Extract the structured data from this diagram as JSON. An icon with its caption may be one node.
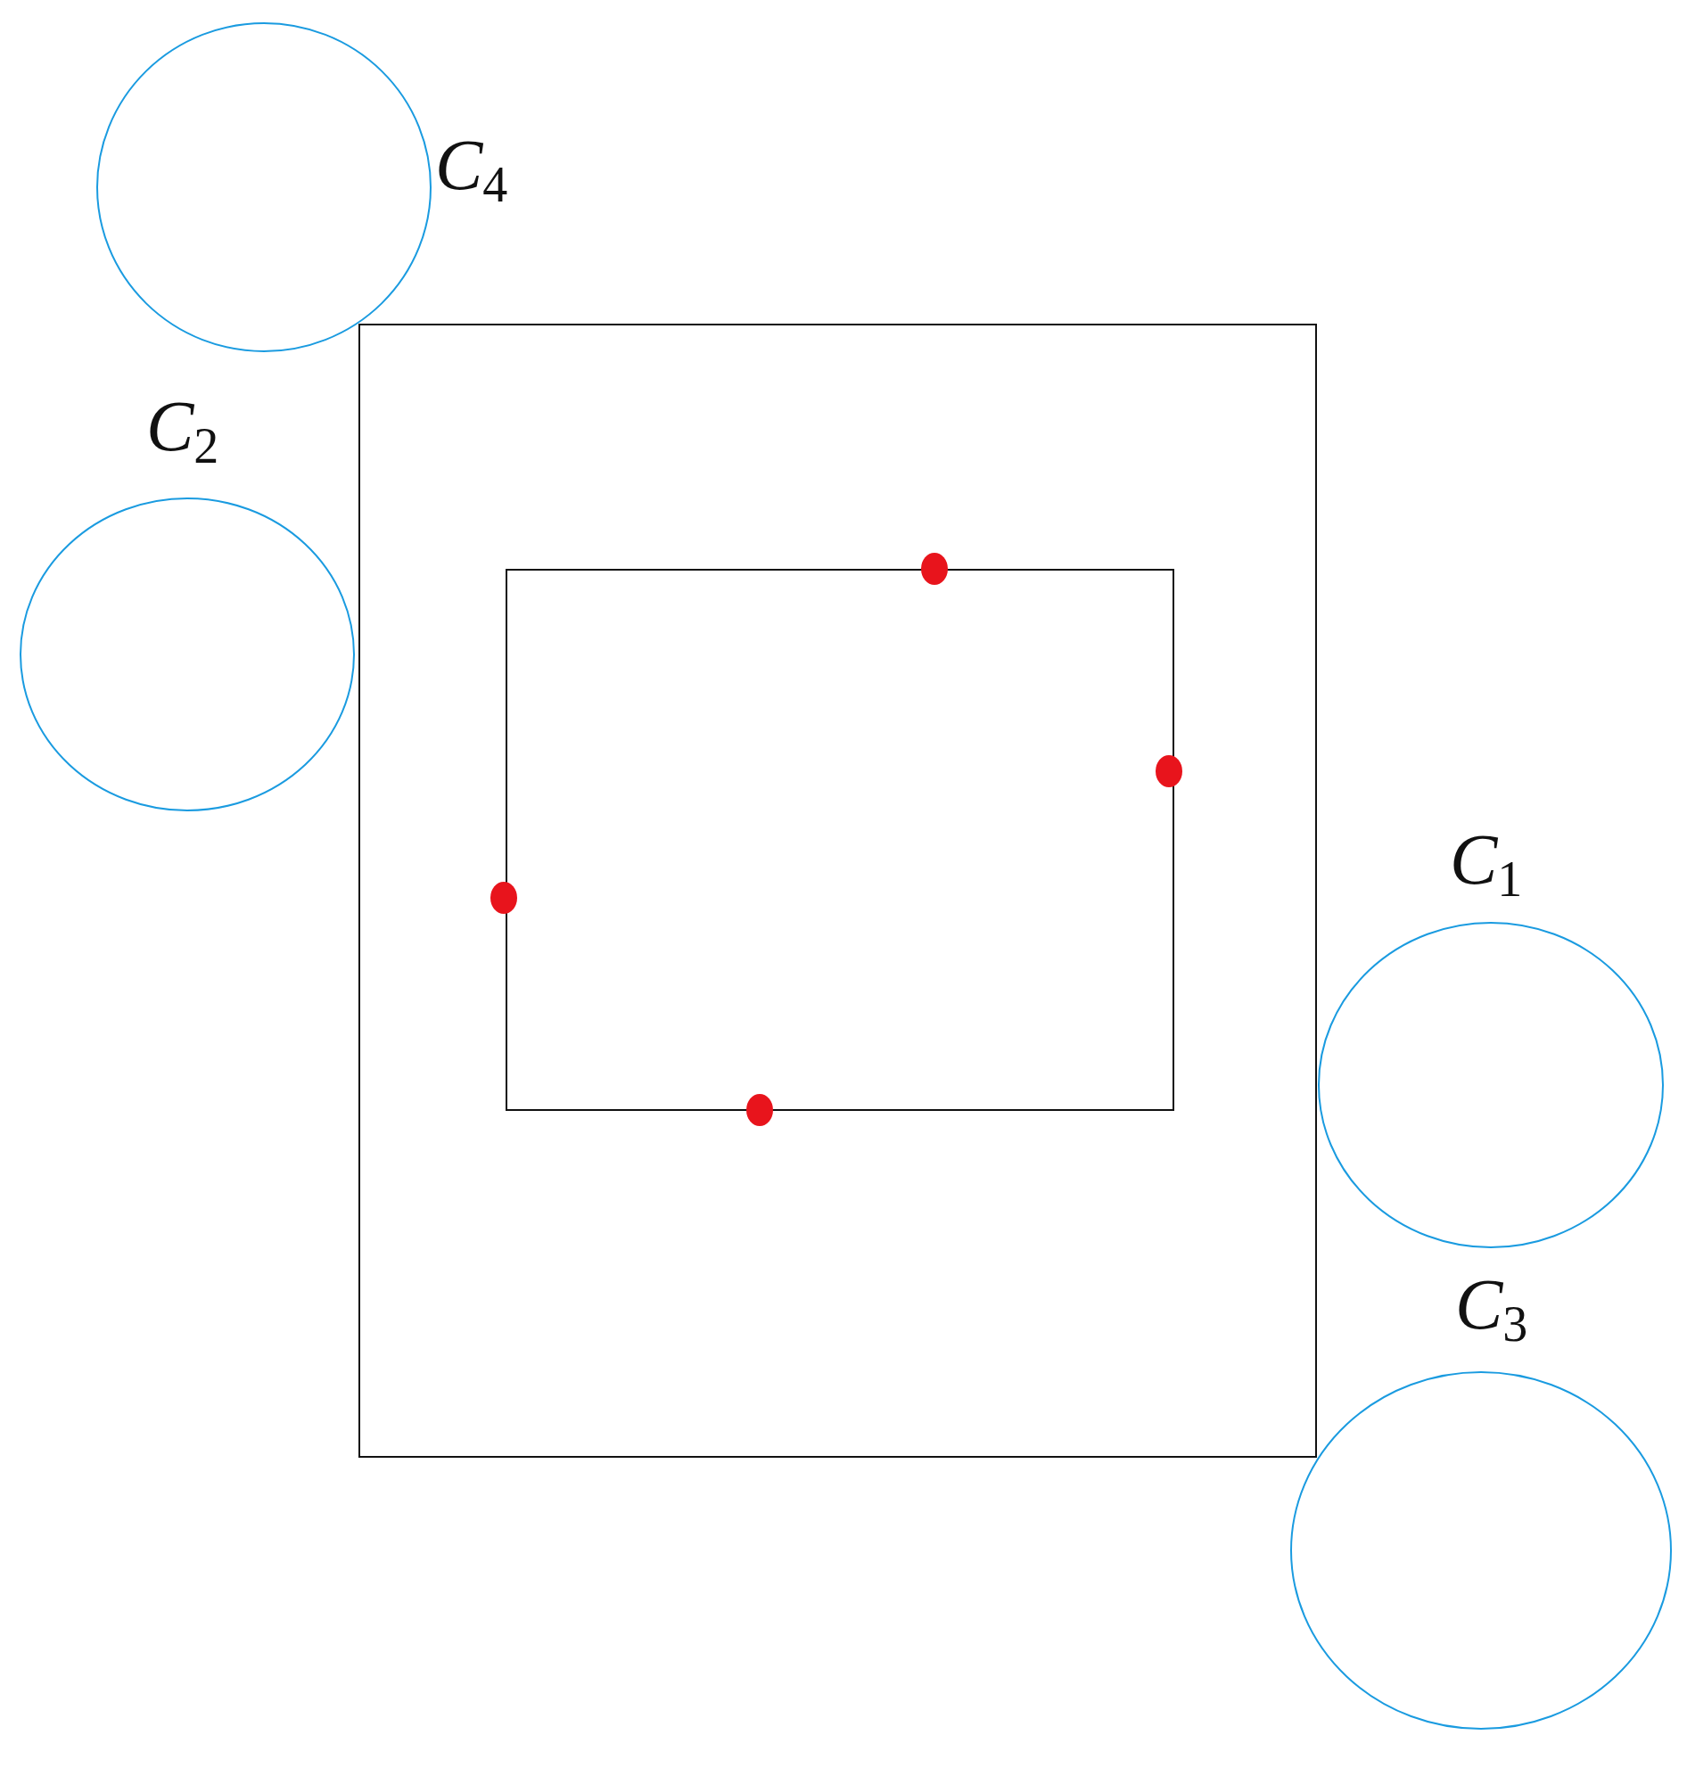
{
  "diagram": {
    "nodes": [
      {
        "text": [],
        "shape": "box"
      },
      {
        "text": [],
        "shape": "box",
        "in": 0
      },
      {
        "text": [],
        "shape": "circle",
        "in": 0
      },
      {
        "text": [],
        "shape": "circle",
        "in": 0
      },
      {
        "text": [],
        "shape": "circle",
        "in": 0
      },
      {
        "text": [],
        "shape": "circle",
        "in": 0
      },
      {
        "text": [
          "*C*$_{4}$"
        ]
      },
      {
        "text": [
          "*C*$_{2}$"
        ]
      },
      {
        "text": [
          "*C*$_{1}$"
        ]
      },
      {
        "text": [
          "*C*$_{3}$"
        ]
      }
    ]
  }
}
